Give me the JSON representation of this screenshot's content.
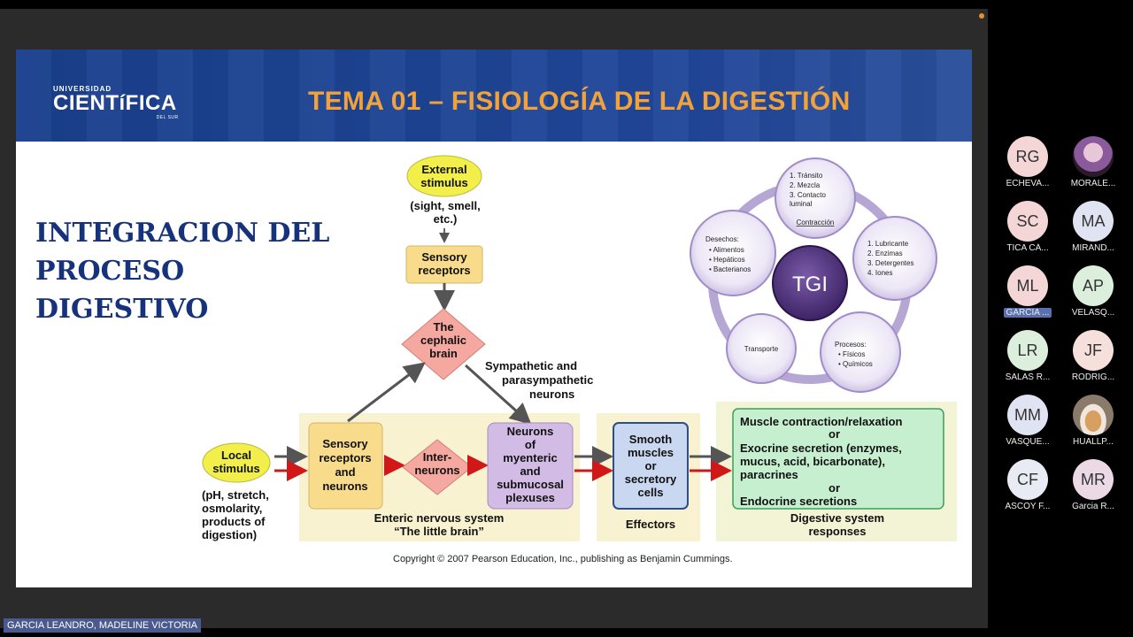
{
  "slide": {
    "logo_small": "UNIVERSIDAD",
    "logo_big": "CIENTíFICA",
    "logo_sub": "DEL SUR",
    "title": "TEMA 01 – FISIOLOGÍA DE LA DIGESTIÓN",
    "heading_lines": [
      "INTEGRACION DEL",
      "PROCESO",
      "DIGESTIVO"
    ],
    "copyright": "Copyright © 2007 Pearson Education, Inc., publishing as Benjamin Cummings."
  },
  "diagram": {
    "external_stimulus": [
      "External",
      "stimulus"
    ],
    "external_note": [
      "(sight, smell,",
      "etc.)"
    ],
    "sensory_receptors_top": [
      "Sensory",
      "receptors"
    ],
    "cephalic_brain": [
      "The",
      "cephalic",
      "brain"
    ],
    "sympathetic": [
      "Sympathetic and",
      "parasympathetic",
      "neurons"
    ],
    "local_stimulus": [
      "Local",
      "stimulus"
    ],
    "local_note": [
      "(pH, stretch,",
      "osmolarity,",
      "products of",
      "digestion)"
    ],
    "sensory_receptors_neurons": [
      "Sensory",
      "receptors",
      "and",
      "neurons"
    ],
    "interneurons": [
      "Inter-",
      "neurons"
    ],
    "neurons_myenteric": [
      "Neurons",
      "of",
      "myenteric",
      "and",
      "submucosal",
      "plexuses"
    ],
    "enteric_label": [
      "Enteric nervous system",
      "“The little brain”"
    ],
    "smooth_muscles": [
      "Smooth",
      "muscles",
      "or",
      "secretory",
      "cells"
    ],
    "effectors": "Effectors",
    "responses": [
      "Muscle contraction/relaxation",
      "or",
      "Exocrine secretion (enzymes,",
      "mucus, acid, bicarbonate),",
      "paracrines",
      "or",
      "Endocrine secretions"
    ],
    "responses_label": [
      "Digestive system",
      "responses"
    ]
  },
  "tgi": {
    "center": "TGI",
    "top": [
      "1.  Tránsito",
      "2.  Mezcla",
      "3.  Contacto",
      "     luminal",
      "Contracción"
    ],
    "right": [
      "1.  Lubricante",
      "2.  Enzimas",
      "3.  Detergentes",
      "4.  Iones"
    ],
    "bottom_right": [
      "Procesos:",
      "•  Físicos",
      "•  Químicos"
    ],
    "bottom_left": "Transporte",
    "left": [
      "Desechos:",
      "•  Alimentos",
      "•  Hepáticos",
      "•  Bacterianos"
    ]
  },
  "participants": [
    {
      "initials": "RG",
      "name": "ECHEVA...",
      "color": "#f4d6d6"
    },
    {
      "initials": "",
      "name": "MORALE...",
      "color": "#3a2a3a"
    },
    {
      "initials": "SC",
      "name": "TICA CÁ...",
      "color": "#f4d6d6"
    },
    {
      "initials": "MA",
      "name": "MIRAND...",
      "color": "#e0e4f2"
    },
    {
      "initials": "ML",
      "name": "GARCIA ...",
      "color": "#f4d6d6"
    },
    {
      "initials": "AP",
      "name": "VELASQ...",
      "color": "#dcefdc"
    },
    {
      "initials": "LR",
      "name": "SALAS R...",
      "color": "#dcefdc"
    },
    {
      "initials": "JF",
      "name": "RODRIG...",
      "color": "#f6e0dc"
    },
    {
      "initials": "MM",
      "name": "VASQUE...",
      "color": "#e0e4f2"
    },
    {
      "initials": "",
      "name": "HUALLP...",
      "color": "#c9b8a8"
    },
    {
      "initials": "CF",
      "name": "ASCOY F...",
      "color": "#e8eaf4"
    },
    {
      "initials": "MR",
      "name": "Garcia R...",
      "color": "#ecd9e6"
    }
  ],
  "active_speaker": "GARCIA LEANDRO, MADELINE VICTORIA"
}
